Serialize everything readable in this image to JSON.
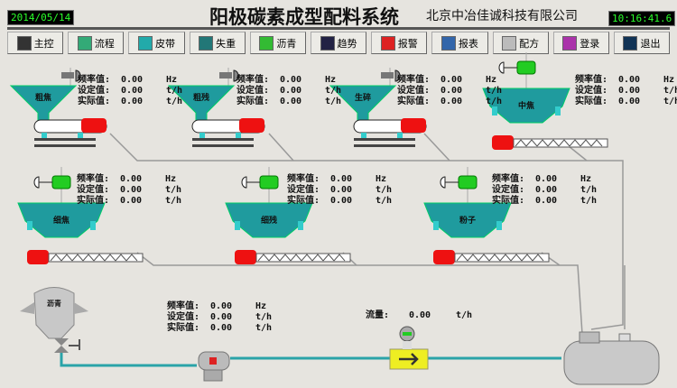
{
  "header": {
    "date": "2014/05/14",
    "title": "阳极碳素成型配料系统",
    "company": "北京中冶佳诚科技有限公司",
    "time": "10:16:41.6"
  },
  "toolbar": [
    {
      "label": "主控",
      "icon": "console-icon",
      "color": "#333"
    },
    {
      "label": "流程",
      "icon": "flow-icon",
      "color": "#3a7"
    },
    {
      "label": "皮带",
      "icon": "belt-icon",
      "color": "#2aa"
    },
    {
      "label": "失重",
      "icon": "weigh-icon",
      "color": "#277"
    },
    {
      "label": "沥青",
      "icon": "pitch-icon",
      "color": "#3b3"
    },
    {
      "label": "趋势",
      "icon": "trend-icon",
      "color": "#224"
    },
    {
      "label": "报警",
      "icon": "alarm-icon",
      "color": "#d22"
    },
    {
      "label": "报表",
      "icon": "report-icon",
      "color": "#36a"
    },
    {
      "label": "配方",
      "icon": "recipe-icon",
      "color": "#bbb"
    },
    {
      "label": "登录",
      "icon": "login-icon",
      "color": "#a3a"
    },
    {
      "label": "退出",
      "icon": "exit-icon",
      "color": "#135"
    }
  ],
  "readout_labels": {
    "freq": "频率值:",
    "set": "设定值:",
    "actual": "实际值:",
    "flow": "流量:"
  },
  "units": {
    "hz": "Hz",
    "th": "t/h"
  },
  "stations": [
    {
      "name": "粗焦",
      "type": "belt",
      "freq": "0.00",
      "set": "0.00",
      "actual": "0.00"
    },
    {
      "name": "粗残",
      "type": "belt",
      "freq": "0.00",
      "set": "0.00",
      "actual": "0.00"
    },
    {
      "name": "生碎",
      "type": "belt",
      "freq": "0.00",
      "set": "0.00",
      "actual": "0.00"
    },
    {
      "name": "中焦",
      "type": "screw",
      "freq": "0.00",
      "set": "0.00",
      "actual": "0.00"
    },
    {
      "name": "细焦",
      "type": "screw",
      "freq": "0.00",
      "set": "0.00",
      "actual": "0.00"
    },
    {
      "name": "细残",
      "type": "screw",
      "freq": "0.00",
      "set": "0.00",
      "actual": "0.00"
    },
    {
      "name": "粉子",
      "type": "screw",
      "freq": "0.00",
      "set": "0.00",
      "actual": "0.00"
    }
  ],
  "pitch": {
    "tank_label": "沥青",
    "freq": "0.00",
    "set": "0.00",
    "actual": "0.00",
    "flow": "0.00"
  }
}
